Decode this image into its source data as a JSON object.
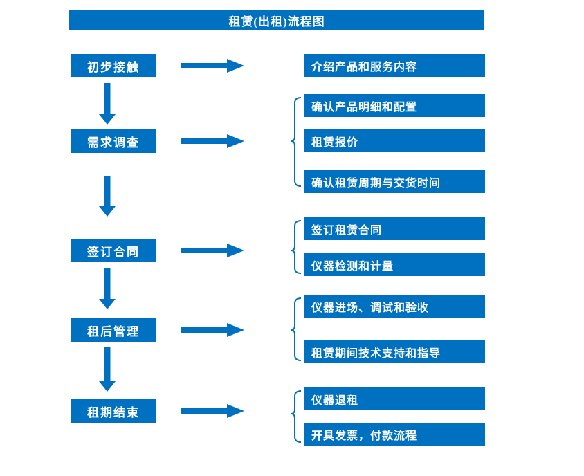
{
  "title": "租赁(出租)流程图",
  "colors": {
    "accent": "#0070C0"
  },
  "stages": [
    {
      "label": "初步接触",
      "outputs": [
        "介绍产品和服务内容"
      ]
    },
    {
      "label": "需求调查",
      "outputs": [
        "确认产品明细和配置",
        "租赁报价",
        "确认租赁周期与交货时间"
      ]
    },
    {
      "label": "签订合同",
      "outputs": [
        "签订租赁合同",
        "仪器检测和计量"
      ]
    },
    {
      "label": "租后管理",
      "outputs": [
        "仪器进场、调试和验收",
        "租赁期间技术支持和指导"
      ]
    },
    {
      "label": "租期结束",
      "outputs": [
        "仪器退租",
        "开具发票，付款流程"
      ]
    }
  ]
}
